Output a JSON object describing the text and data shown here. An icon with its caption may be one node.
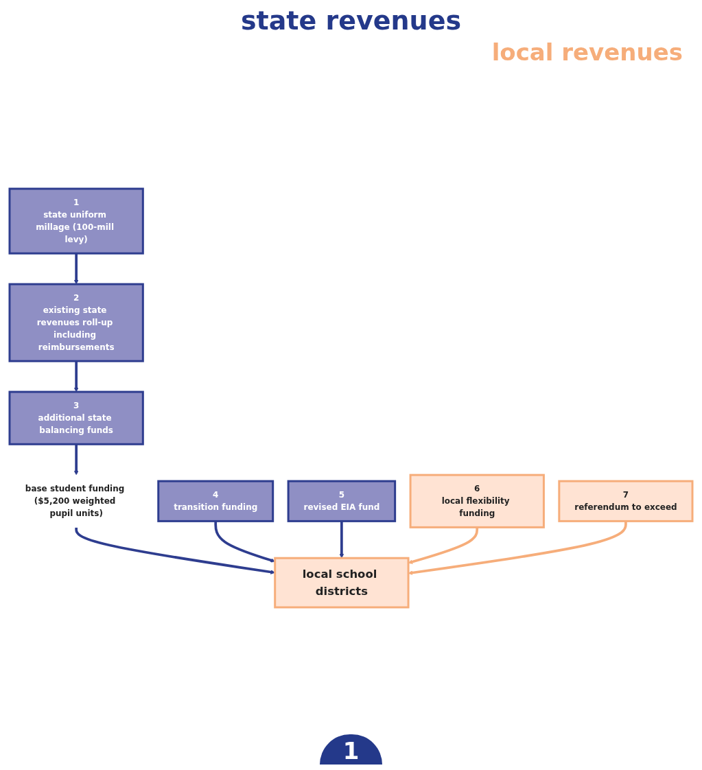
{
  "diagram": {
    "title": "state revenues",
    "nodes": [
      {
        "text": [
          "1",
          "state uniform millage (100-mill levy)"
        ]
      },
      {
        "text": [
          "2",
          "existing state revenues roll-up including reimbursements"
        ]
      },
      {
        "text": [
          "3",
          "additional state balancing funds"
        ]
      },
      {
        "text": [
          "base student funding ($5,200 weighted pupil units)"
        ]
      },
      {
        "text": [
          "4",
          "transition funding"
        ]
      },
      {
        "text": [
          "5",
          "revised EIA fund"
        ]
      },
      {
        "text": [
          "6",
          "local flexibility funding"
        ]
      },
      {
        "text": [
          "7",
          "referendum to exceed"
        ]
      },
      {
        "text": [
          "local school districts"
        ]
      }
    ],
    "edges": [
      {
        "from": 0,
        "to": 1,
        "arrow": "to"
      },
      {
        "from": 1,
        "to": 2,
        "arrow": "to"
      },
      {
        "from": 2,
        "to": 3,
        "arrow": "to"
      },
      {
        "from": 3,
        "to": 8,
        "arrow": "to"
      },
      {
        "from": 4,
        "to": 8,
        "arrow": "to"
      },
      {
        "from": 5,
        "to": 8,
        "arrow": "to"
      },
      {
        "from": 6,
        "to": 8,
        "arrow": "to",
        "color": "#f6ad7a"
      },
      {
        "from": 7,
        "to": 8,
        "arrow": "to",
        "color": "#f6ad7a"
      }
    ],
    "labels": [
      "local revenues",
      "1"
    ]
  }
}
